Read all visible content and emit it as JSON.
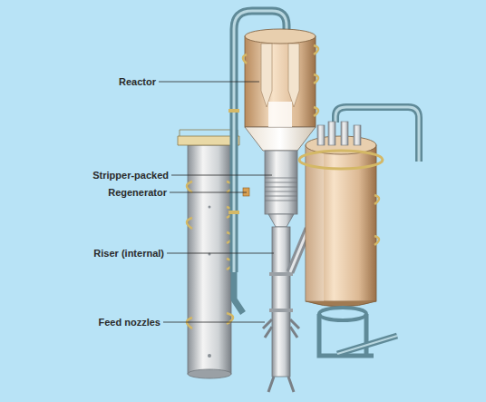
{
  "diagram": {
    "labels": [
      "Reactor",
      "Stripper-packed",
      "Regenerator",
      "Riser (internal)",
      "Feed nozzles"
    ]
  }
}
